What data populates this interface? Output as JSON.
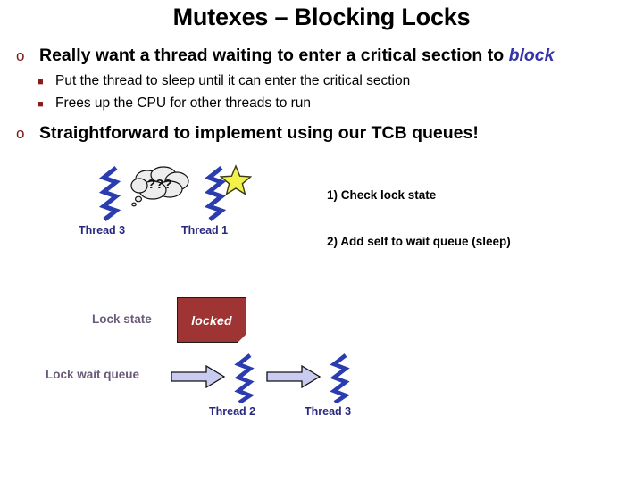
{
  "slide": {
    "title": "Mutexes – Blocking Locks",
    "bullets": [
      {
        "marker": "o",
        "text_before": "Really want a thread waiting to enter a critical section to ",
        "emphasis": "block",
        "emphasis_color": "#3333AA",
        "sub_marker": "§",
        "subs": [
          "Put the thread to sleep until it can enter the critical section",
          "Frees up the CPU for other threads to run"
        ]
      },
      {
        "marker": "o",
        "text": "Straightforward to implement using our TCB queues!"
      }
    ]
  },
  "diagram": {
    "top_threads": [
      {
        "label": "Thread 3",
        "state": "thinking",
        "icon": "thought-bubble-icon",
        "bubble_text": "? ? ?"
      },
      {
        "label": "Thread 1",
        "state": "running",
        "icon": "star-icon"
      }
    ],
    "steps": [
      "1) Check lock state",
      "2) Add self to wait queue (sleep)"
    ],
    "lock_state": {
      "label": "Lock state",
      "value": "locked",
      "box_color": "#9E3434",
      "value_color": "#FFFFFF"
    },
    "wait_queue": {
      "label": "Lock wait queue",
      "entries": [
        {
          "label": "Thread 2"
        },
        {
          "label": "Thread 3"
        }
      ]
    },
    "colors": {
      "thread_icon": "#2B3CAF",
      "thread_label": "#27277F",
      "diagram_label": "#6B5B79",
      "arrow_fill": "#C9CCF0",
      "star_fill": "#F2F24A",
      "bubble_fill": "#EDEDED"
    }
  }
}
